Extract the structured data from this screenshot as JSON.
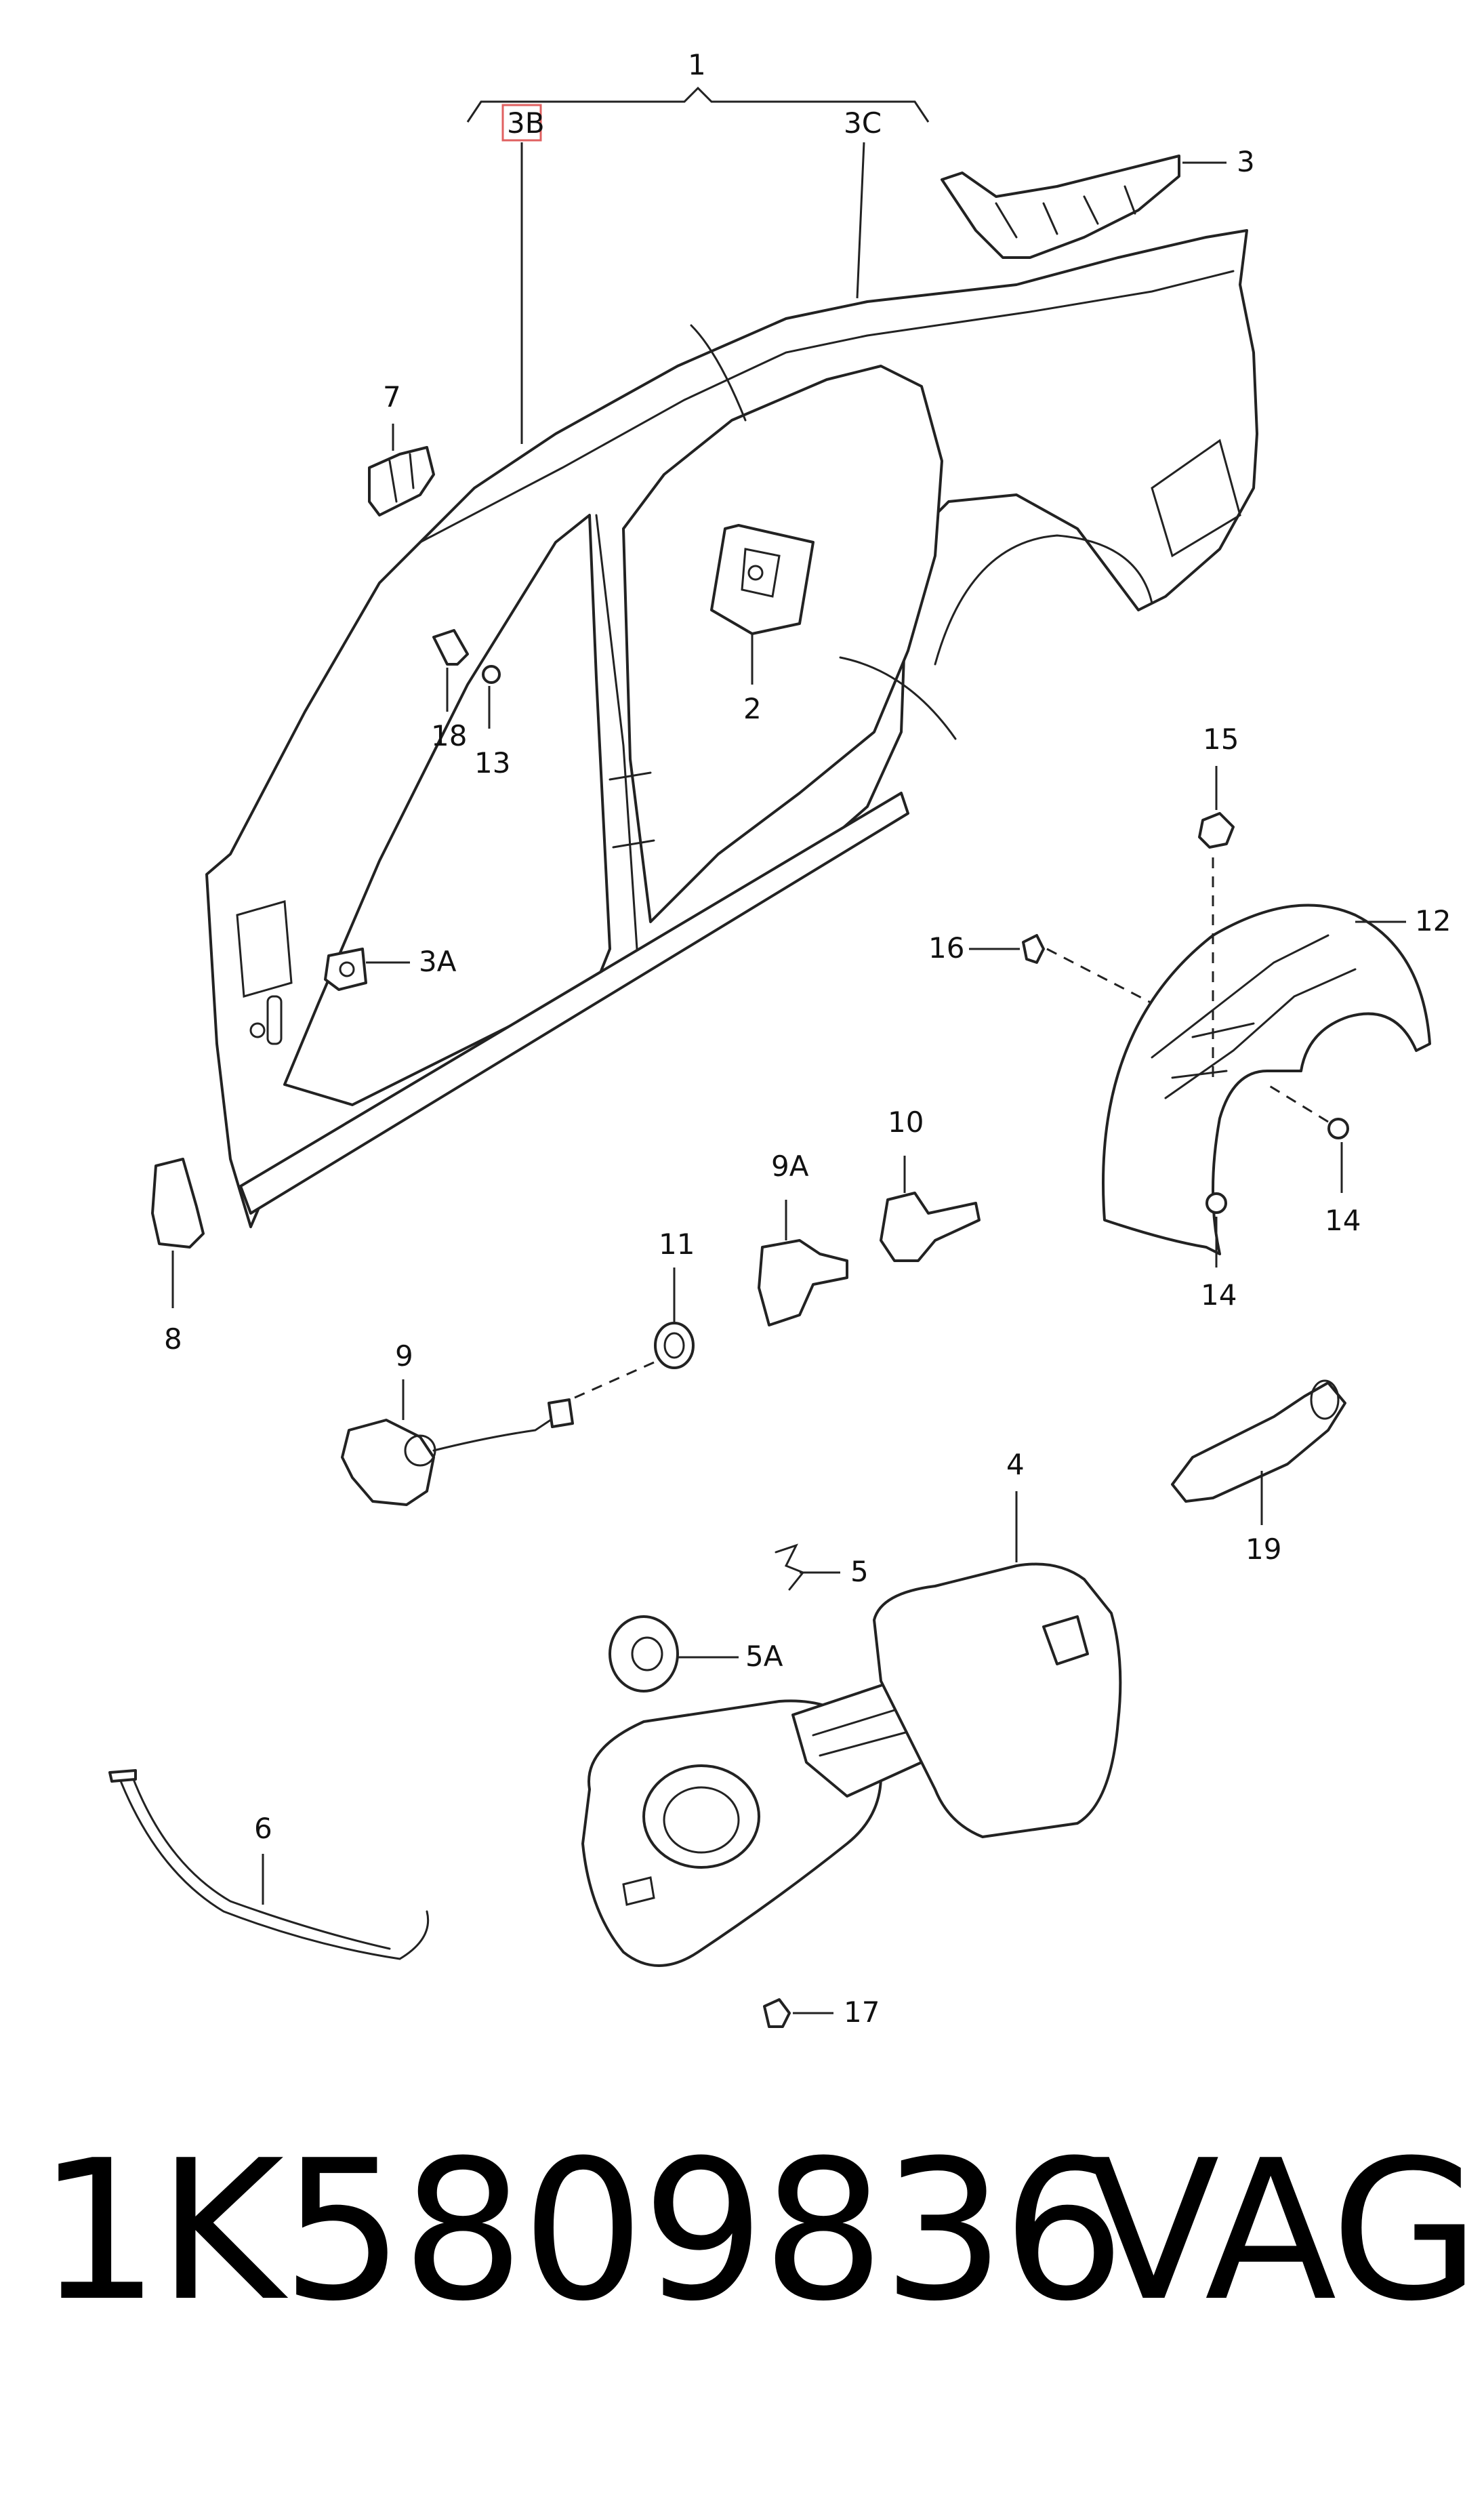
{
  "callouts": {
    "c1": "1",
    "c2": "2",
    "c3": "3",
    "c3a": "3A",
    "c3b": "3B",
    "c3c": "3C",
    "c4": "4",
    "c5": "5",
    "c5a": "5A",
    "c6": "6",
    "c7": "7",
    "c8": "8",
    "c9": "9",
    "c9a": "9A",
    "c10": "10",
    "c11": "11",
    "c12": "12",
    "c13": "13",
    "c14a": "14",
    "c14b": "14",
    "c15": "15",
    "c16": "16",
    "c17": "17",
    "c18": "18",
    "c19": "19"
  },
  "footer": {
    "part_number": "1K5809836",
    "brand": "VAG"
  },
  "colors": {
    "line": "#222222",
    "highlight_box": "#e06060",
    "background": "#ffffff"
  }
}
